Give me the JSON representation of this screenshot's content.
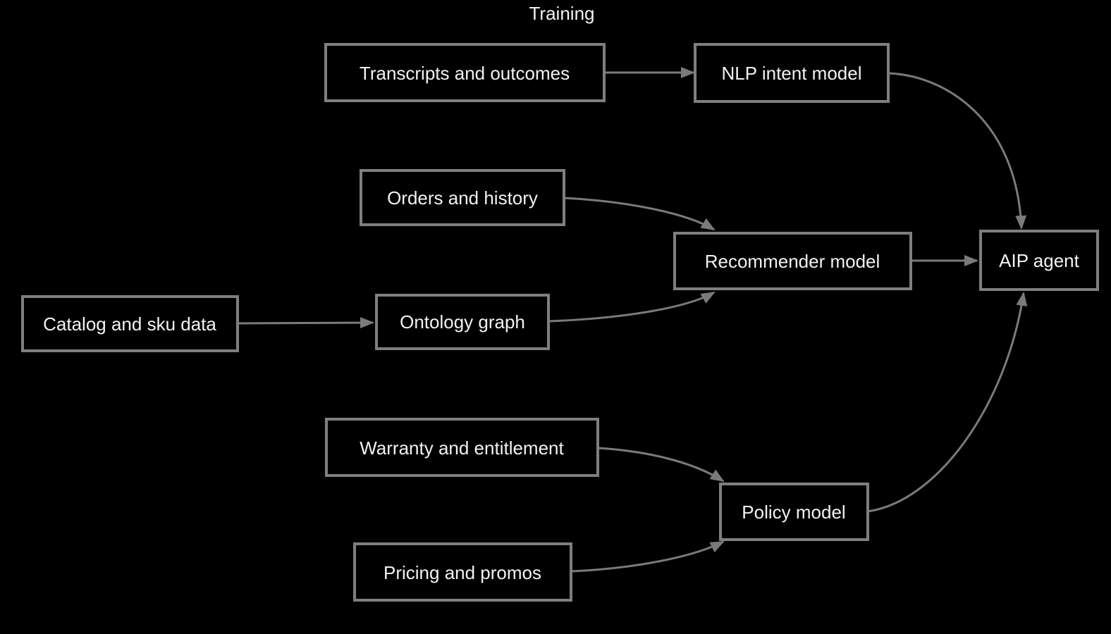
{
  "diagram": {
    "title": "Training",
    "colors": {
      "background": "#000000",
      "node_fill": "#000000",
      "node_border": "#7f7f7f",
      "edge": "#7a7a7a",
      "text": "#f2f2f2"
    },
    "nodes": [
      {
        "id": "transcripts",
        "label": "Transcripts and outcomes"
      },
      {
        "id": "nlp",
        "label": "NLP intent model"
      },
      {
        "id": "orders",
        "label": "Orders and history"
      },
      {
        "id": "catalog",
        "label": "Catalog and sku data"
      },
      {
        "id": "ontology",
        "label": "Ontology graph"
      },
      {
        "id": "recommender",
        "label": "Recommender model"
      },
      {
        "id": "warranty",
        "label": "Warranty and entitlement"
      },
      {
        "id": "pricing",
        "label": "Pricing and promos"
      },
      {
        "id": "policy",
        "label": "Policy model"
      },
      {
        "id": "aip",
        "label": "AIP agent"
      }
    ],
    "edges": [
      {
        "from": "Transcripts and outcomes",
        "to": "NLP intent model"
      },
      {
        "from": "NLP intent model",
        "to": "AIP agent"
      },
      {
        "from": "Orders and history",
        "to": "Recommender model"
      },
      {
        "from": "Catalog and sku data",
        "to": "Ontology graph"
      },
      {
        "from": "Ontology graph",
        "to": "Recommender model"
      },
      {
        "from": "Recommender model",
        "to": "AIP agent"
      },
      {
        "from": "Warranty and entitlement",
        "to": "Policy model"
      },
      {
        "from": "Pricing and promos",
        "to": "Policy model"
      },
      {
        "from": "Policy model",
        "to": "AIP agent"
      }
    ]
  }
}
